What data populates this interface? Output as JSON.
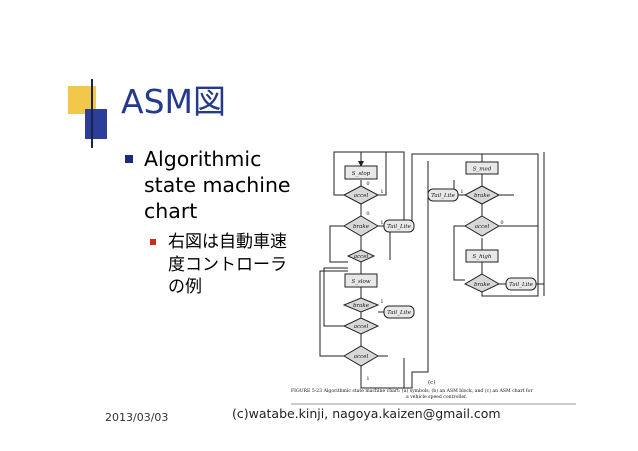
{
  "slide": {
    "title": "ASM図",
    "bullet1": "Algorithmic state machine chart",
    "bullet2": "右図は自動車速度コントローラの例",
    "date": "2013/03/03",
    "footer": "(c)watabe.kinji, nagoya.kaizen@gmail.com"
  },
  "colors": {
    "title": "#243a8f",
    "accent_yellow": "#f2c84b",
    "accent_blue": "#2a3e9a",
    "sub_bullet": "#cc2c1a"
  },
  "figure": {
    "states": [
      "S_stop",
      "S_slow",
      "S_med",
      "S_high"
    ],
    "decisions": [
      "brake",
      "accel"
    ],
    "outputs": [
      "Tail_Lite"
    ],
    "branch_labels": [
      "0",
      "1"
    ],
    "panel_label": "(c)",
    "caption_line1": "FIGURE 5-23  Algorithmic state machine chart: (a) symbols, (b) an ASM block, and (c) an ASM chart for",
    "caption_line2": "a vehicle speed controller."
  }
}
